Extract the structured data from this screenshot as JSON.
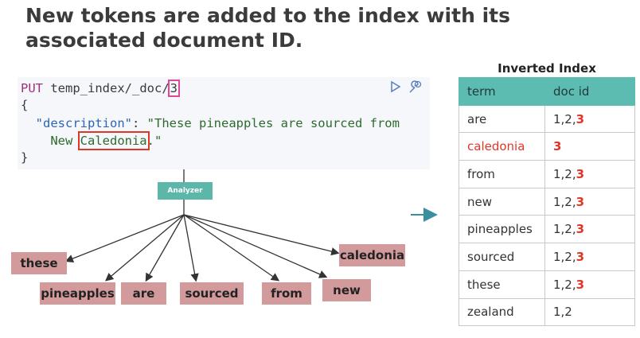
{
  "title": "New tokens are added to the index with its associated document ID.",
  "code": {
    "method": "PUT",
    "path": "temp_index/_doc/",
    "doc_id": "3",
    "open_brace": "{",
    "key": "\"description\"",
    "colon": ": ",
    "value_start": "\"These pineapples are sourced from",
    "value_new": "New ",
    "value_highlight": "Caledonia",
    "value_end": ".\"",
    "close_brace": "}"
  },
  "analyzer": {
    "label": "Analyzer"
  },
  "tokens": [
    "these",
    "pineapples",
    "are",
    "sourced",
    "from",
    "new",
    "caledonia"
  ],
  "index": {
    "title": "Inverted Index",
    "headers": [
      "term",
      "doc id"
    ],
    "rows": [
      {
        "term": "are",
        "ids_prefix": "1,2,",
        "ids_new": "3",
        "term_new": false
      },
      {
        "term": "caledonia",
        "ids_prefix": "",
        "ids_new": "3",
        "term_new": true
      },
      {
        "term": "from",
        "ids_prefix": "1,2,",
        "ids_new": "3",
        "term_new": false
      },
      {
        "term": "new",
        "ids_prefix": "1,2,",
        "ids_new": "3",
        "term_new": false
      },
      {
        "term": "pineapples",
        "ids_prefix": "1,2,",
        "ids_new": "3",
        "term_new": false
      },
      {
        "term": "sourced",
        "ids_prefix": "1,2,",
        "ids_new": "3",
        "term_new": false
      },
      {
        "term": "these",
        "ids_prefix": "1,2,",
        "ids_new": "3",
        "term_new": false
      },
      {
        "term": "zealand",
        "ids_prefix": "1,2",
        "ids_new": "",
        "term_new": false
      }
    ]
  },
  "colors": {
    "accent_teal": "#5cbcb2",
    "token_pink": "#d39a9c",
    "highlight_red": "#e03628",
    "highlight_pink": "#e0479b"
  },
  "icons": [
    "play-icon",
    "wrench-icon"
  ]
}
